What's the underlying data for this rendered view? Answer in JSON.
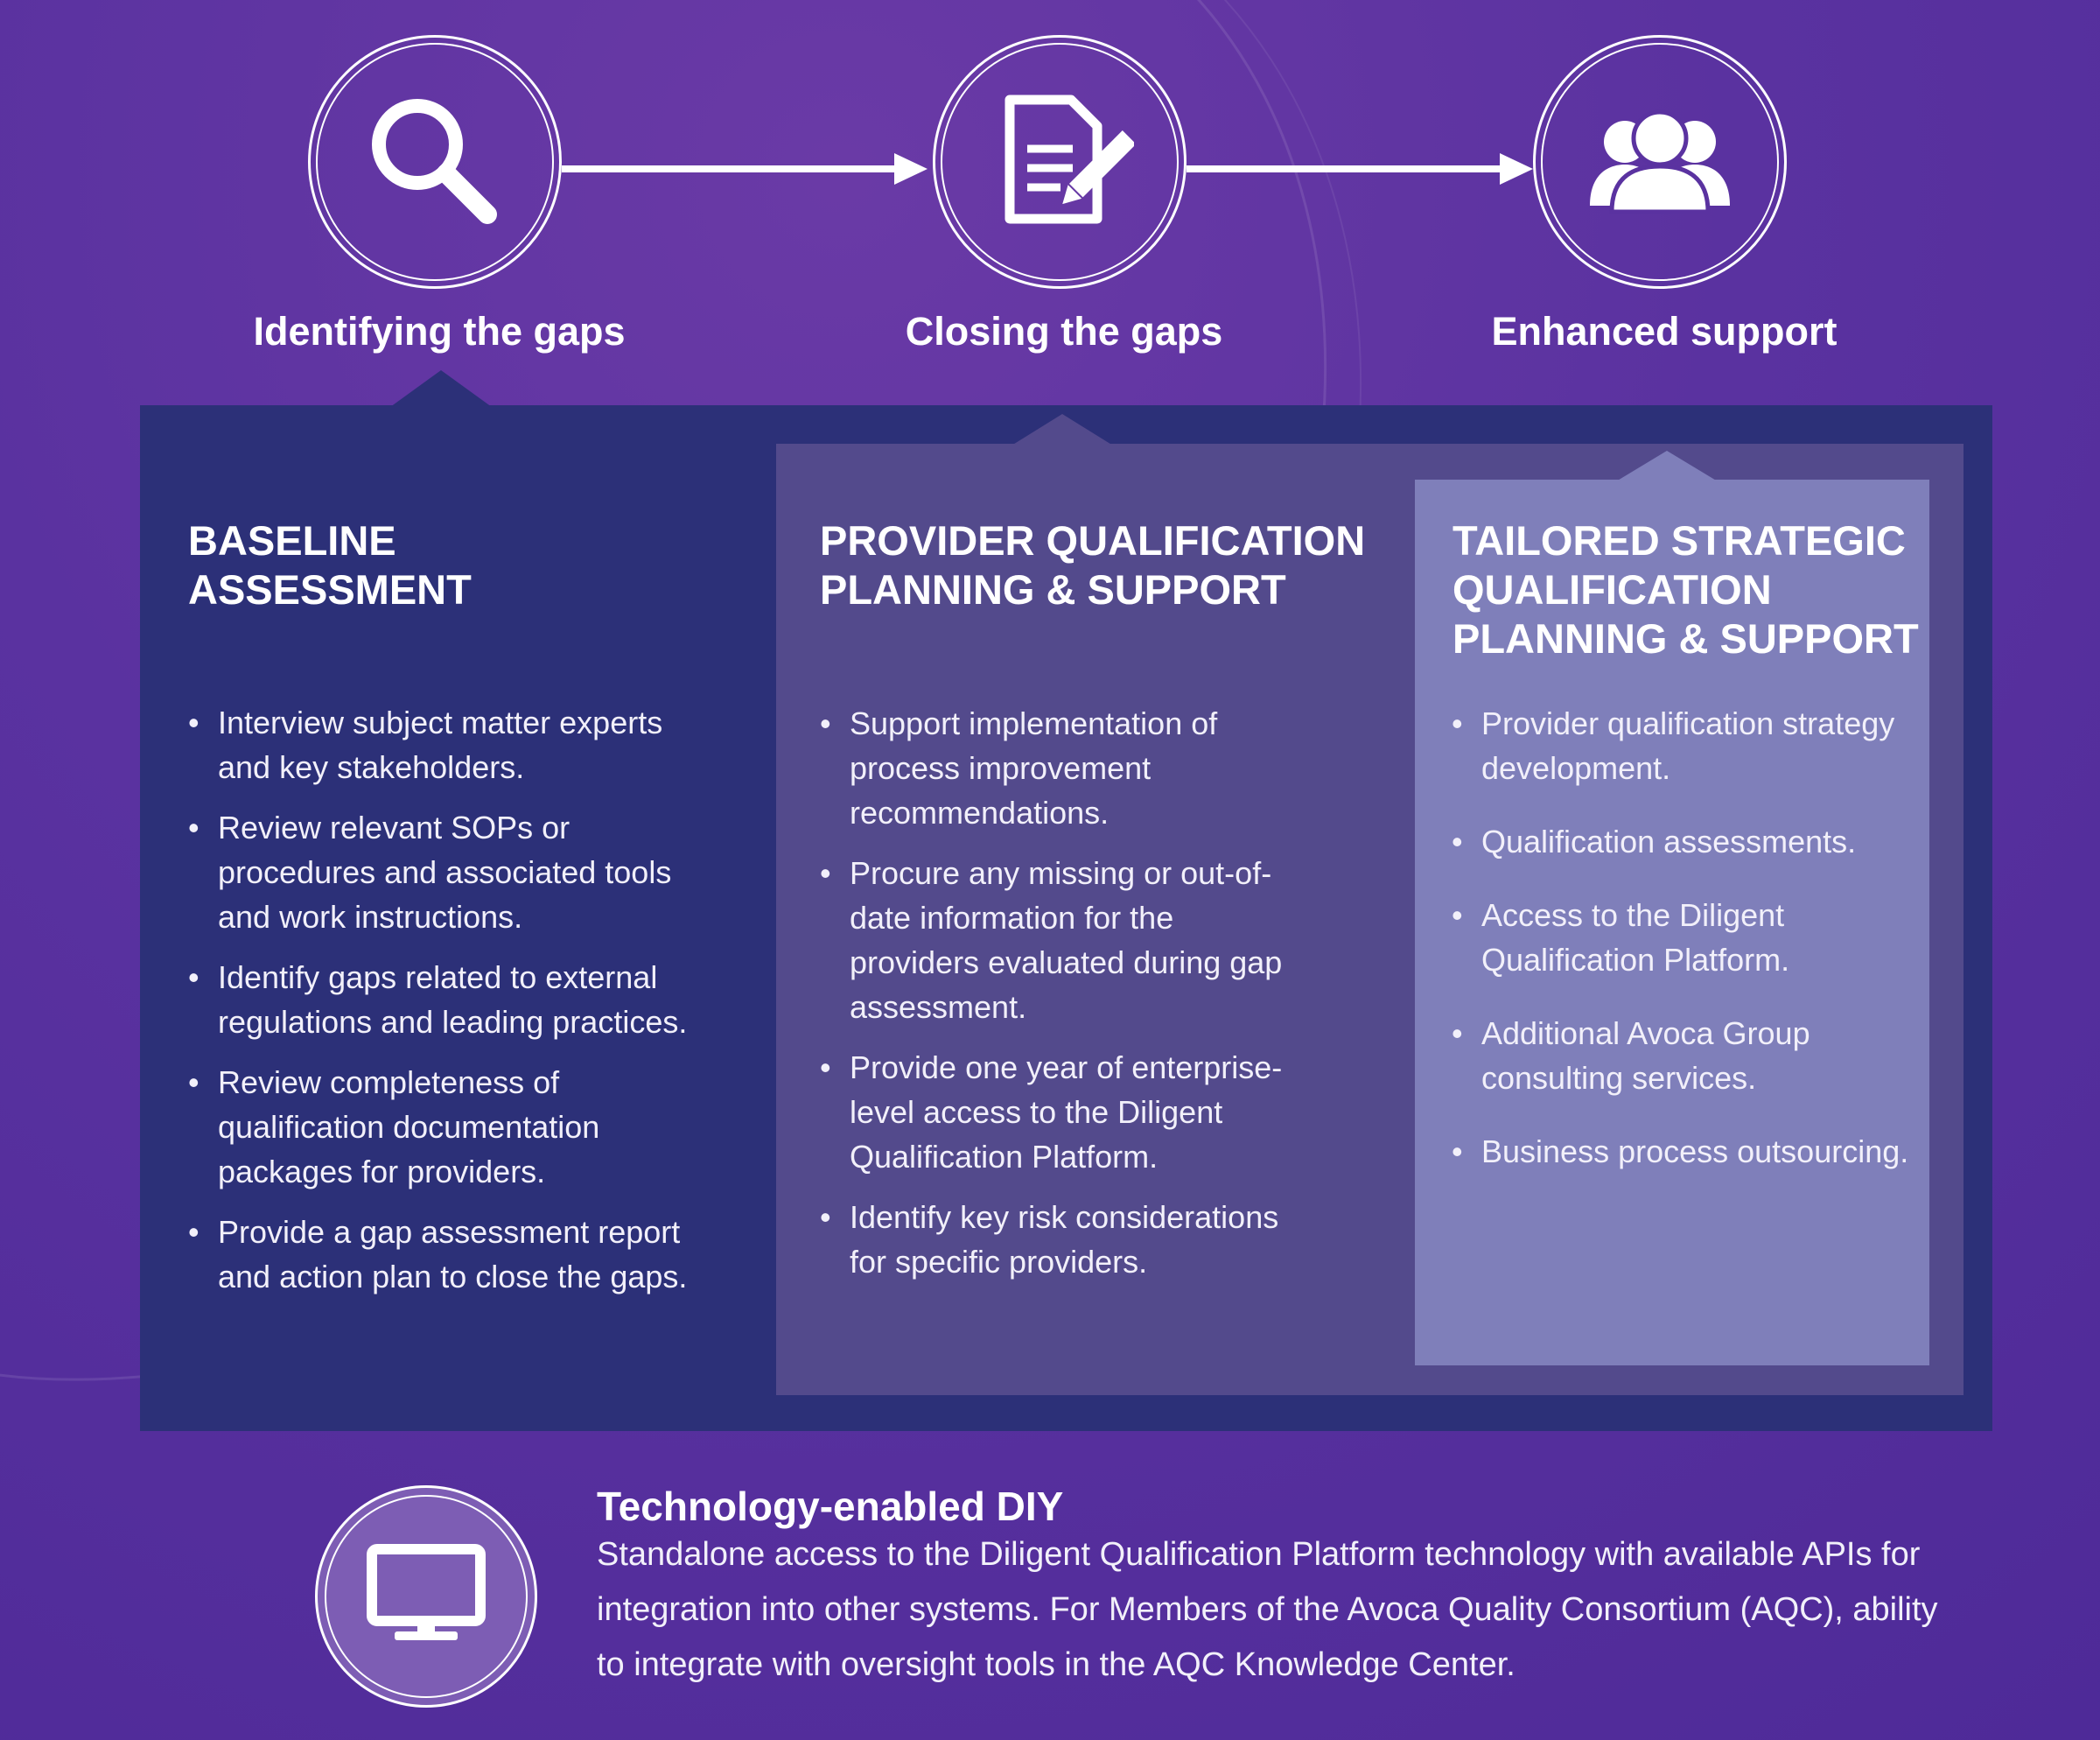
{
  "colors": {
    "background": "#5a32a0",
    "panel_dark": "#2c3078",
    "panel_mid": "#534a8c",
    "panel_light": "#7f7fba",
    "accent": "#ffffff"
  },
  "stages": [
    {
      "label": "Identifying the gaps",
      "icon": "magnifying-glass-icon"
    },
    {
      "label": "Closing the gaps",
      "icon": "document-pencil-icon"
    },
    {
      "label": "Enhanced support",
      "icon": "people-group-icon"
    }
  ],
  "columns": [
    {
      "title": "BASELINE ASSESSMENT",
      "items": [
        "Interview subject matter experts and key stakeholders.",
        "Review relevant SOPs or procedures and associated tools and work instructions.",
        "Identify gaps related to external regulations and leading practices.",
        "Review completeness of qualification documentation packages for providers.",
        "Provide a gap assessment report and action plan to close the gaps."
      ]
    },
    {
      "title": "PROVIDER QUALIFICATION PLANNING & SUPPORT",
      "items": [
        "Support implementation of process improvement recommendations.",
        "Procure any missing or out-of-date information for the providers evaluated during gap assessment.",
        "Provide one year of enterprise-level access to the Diligent Qualification Platform.",
        "Identify key risk considerations for specific providers."
      ]
    },
    {
      "title": "TAILORED STRATEGIC QUALIFICATION PLANNING & SUPPORT",
      "items": [
        "Provider qualification strategy development.",
        "Qualification assessments.",
        "Access to the Diligent Qualification Platform.",
        "Additional Avoca Group consulting services.",
        "Business process outsourcing."
      ]
    }
  ],
  "diy": {
    "title": "Technology-enabled DIY",
    "icon": "monitor-icon",
    "text": "Standalone access to the Diligent Qualification Platform technology with available APIs for integration into other systems. For Members of the Avoca Quality Consortium (AQC), ability to integrate with oversight tools in the AQC Knowledge Center."
  }
}
